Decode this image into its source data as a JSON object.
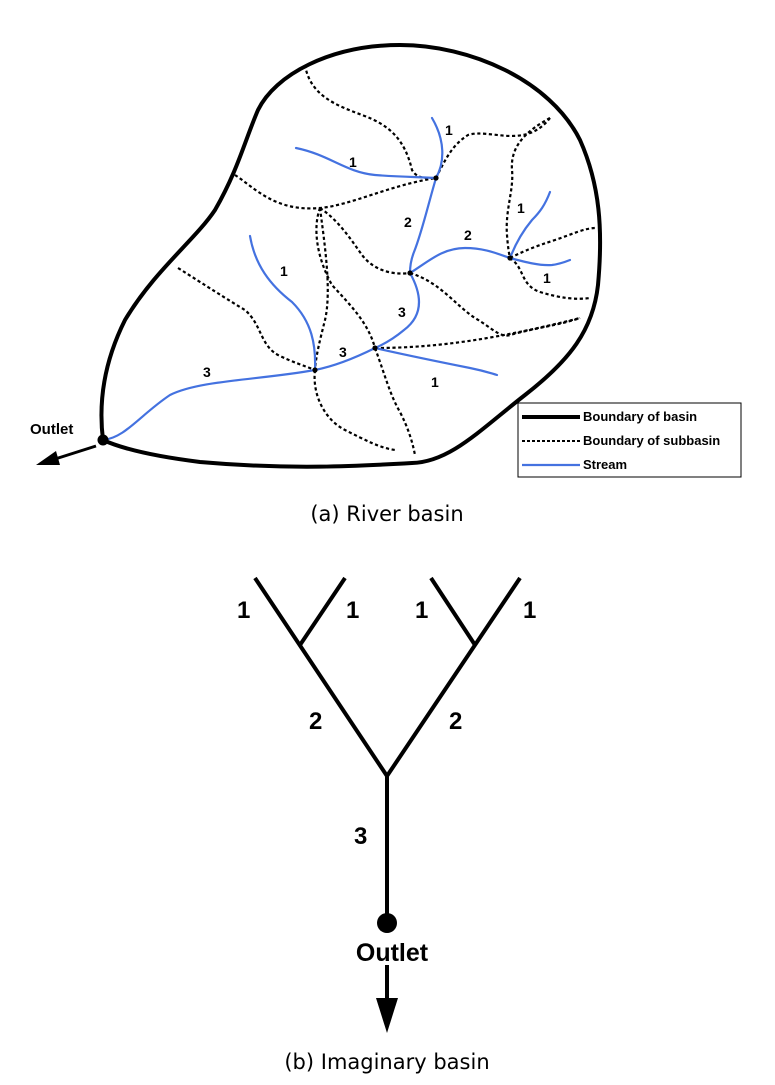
{
  "panel_a": {
    "caption": "(a)  River basin",
    "outlet_label": "Outlet",
    "stream_orders": {
      "s1": "1",
      "s2": "1",
      "s3": "1",
      "s4": "1",
      "s5": "1",
      "s6": "1",
      "s7": "2",
      "s8": "2",
      "s9": "3",
      "s10": "3",
      "s11": "3"
    },
    "legend": {
      "basin_boundary": "Boundary of basin",
      "subbasin_boundary": "Boundary of subbasin",
      "stream": "Stream"
    },
    "colors": {
      "stream": "#4472e0",
      "boundary": "#000000"
    }
  },
  "panel_b": {
    "caption": "(b)  Imaginary basin",
    "outlet_label": "Outlet",
    "orders": {
      "leaf1": "1",
      "leaf2": "1",
      "leaf3": "1",
      "leaf4": "1",
      "mid_left": "2",
      "mid_right": "2",
      "trunk": "3"
    }
  }
}
